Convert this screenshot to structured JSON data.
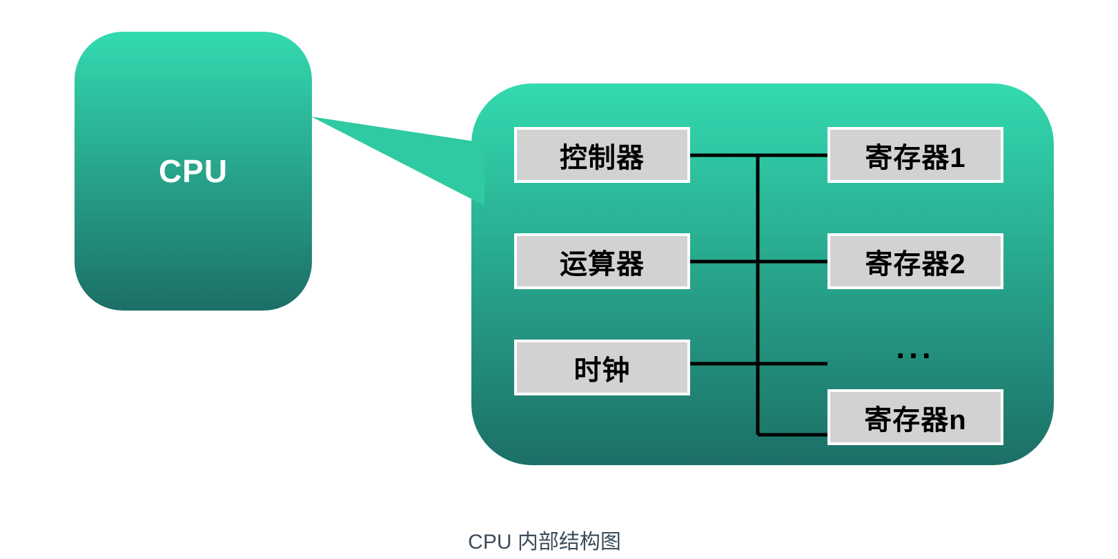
{
  "colors": {
    "gradient_top": "#33dab0",
    "gradient_bottom": "#1c6f66",
    "connector_fill": "#2fcaa2",
    "box_fill": "#d2d2d2",
    "box_border": "#ffffff",
    "line_color": "#000000",
    "label_text": "#000000",
    "cpu_text": "#ffffff",
    "caption_text": "#3c4b59"
  },
  "cpu_block": {
    "label": "CPU"
  },
  "internal_block": {
    "components": [
      {
        "label": "控制器"
      },
      {
        "label": "运算器"
      },
      {
        "label": "时钟"
      }
    ],
    "registers": [
      {
        "label": "寄存器1"
      },
      {
        "label": "寄存器2"
      },
      {
        "label": "..."
      },
      {
        "label": "寄存器n"
      }
    ]
  },
  "caption": {
    "text": "CPU 内部结构图"
  }
}
